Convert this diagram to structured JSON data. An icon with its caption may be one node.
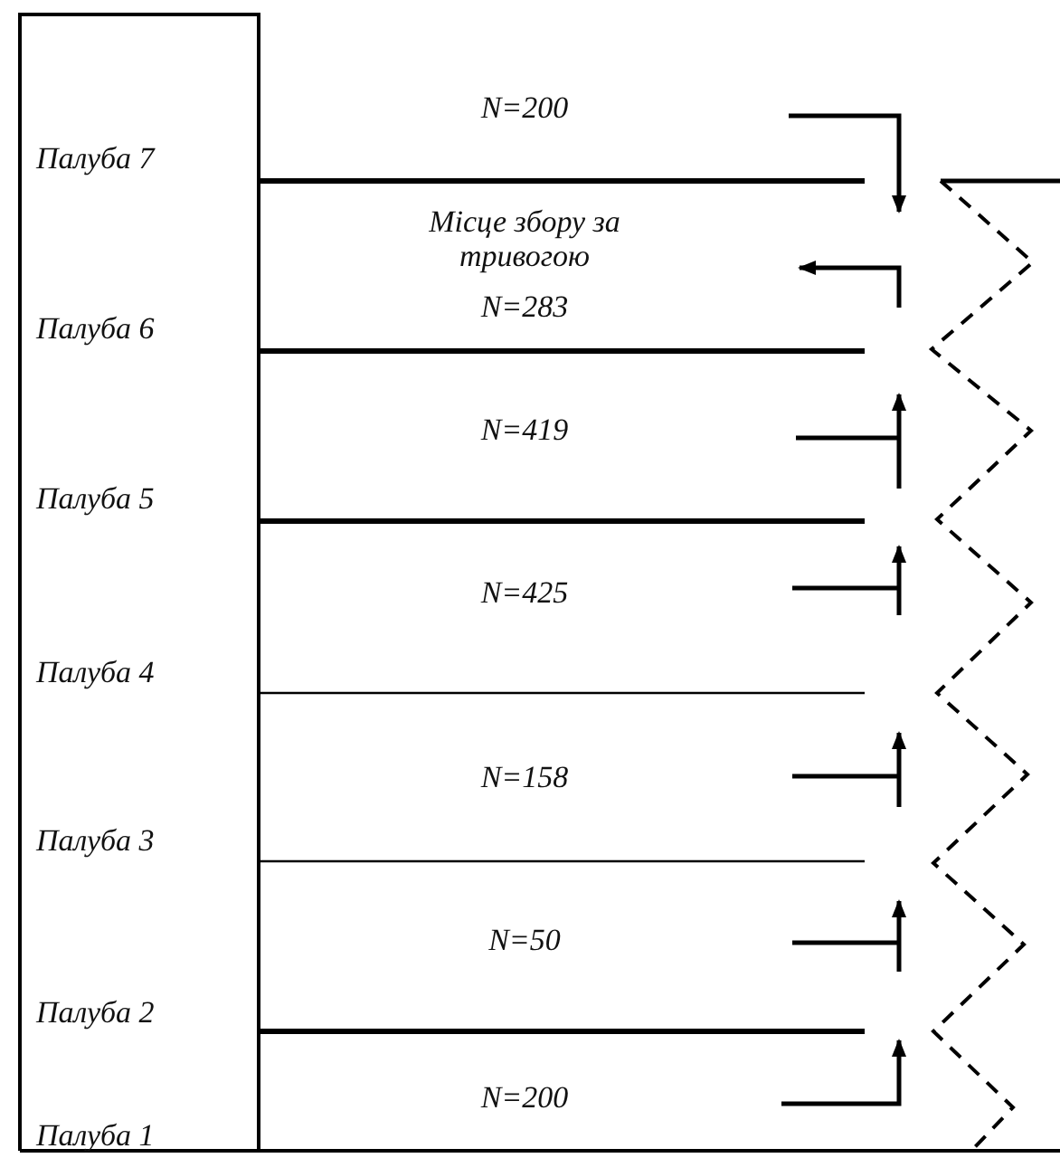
{
  "diagram": {
    "labels": [
      "Палуба 7",
      "N=200",
      "Місце збору за тривогою",
      "N=283",
      "Палуба 6",
      "N=419",
      "Палуба 5",
      "N=425",
      "Палуба 4",
      "N=158",
      "Палуба 3",
      "N=50",
      "Палуба 2",
      "N=200",
      "Палуба 1"
    ]
  }
}
